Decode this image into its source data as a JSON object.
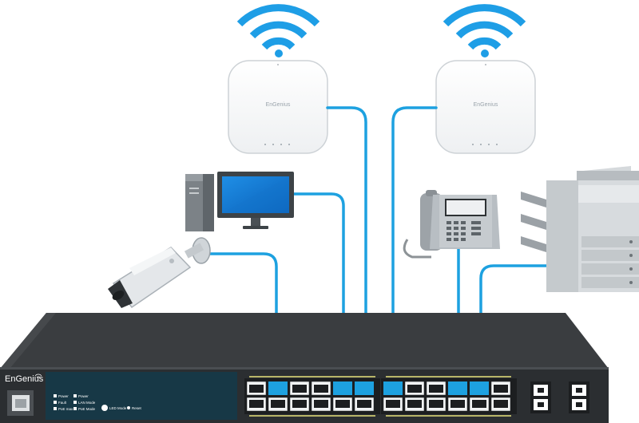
{
  "diagram": {
    "access_points": [
      {
        "logo": "EnGenius"
      },
      {
        "logo": "EnGenius"
      }
    ],
    "switch": {
      "logo": "EnGenius",
      "led_labels": {
        "col1": [
          "Power",
          "Fault",
          "PoE max"
        ],
        "col2": [
          "Power",
          "LAN Mode",
          "PoE Mode"
        ],
        "led_mode": "LED Mode",
        "reset": "Reset"
      }
    },
    "colors": {
      "cable": "#1da1e0",
      "wifi": "#1e9ee6",
      "switch_body": "#3a3d40",
      "switch_front": "#2b2e31",
      "led_panel": "#173846",
      "port_highlight_lines": "#e8e27a"
    },
    "devices": [
      "wifi-icon",
      "access-point",
      "desktop-computer",
      "monitor",
      "ip-camera",
      "ip-phone",
      "multifunction-printer",
      "poe-switch"
    ]
  }
}
